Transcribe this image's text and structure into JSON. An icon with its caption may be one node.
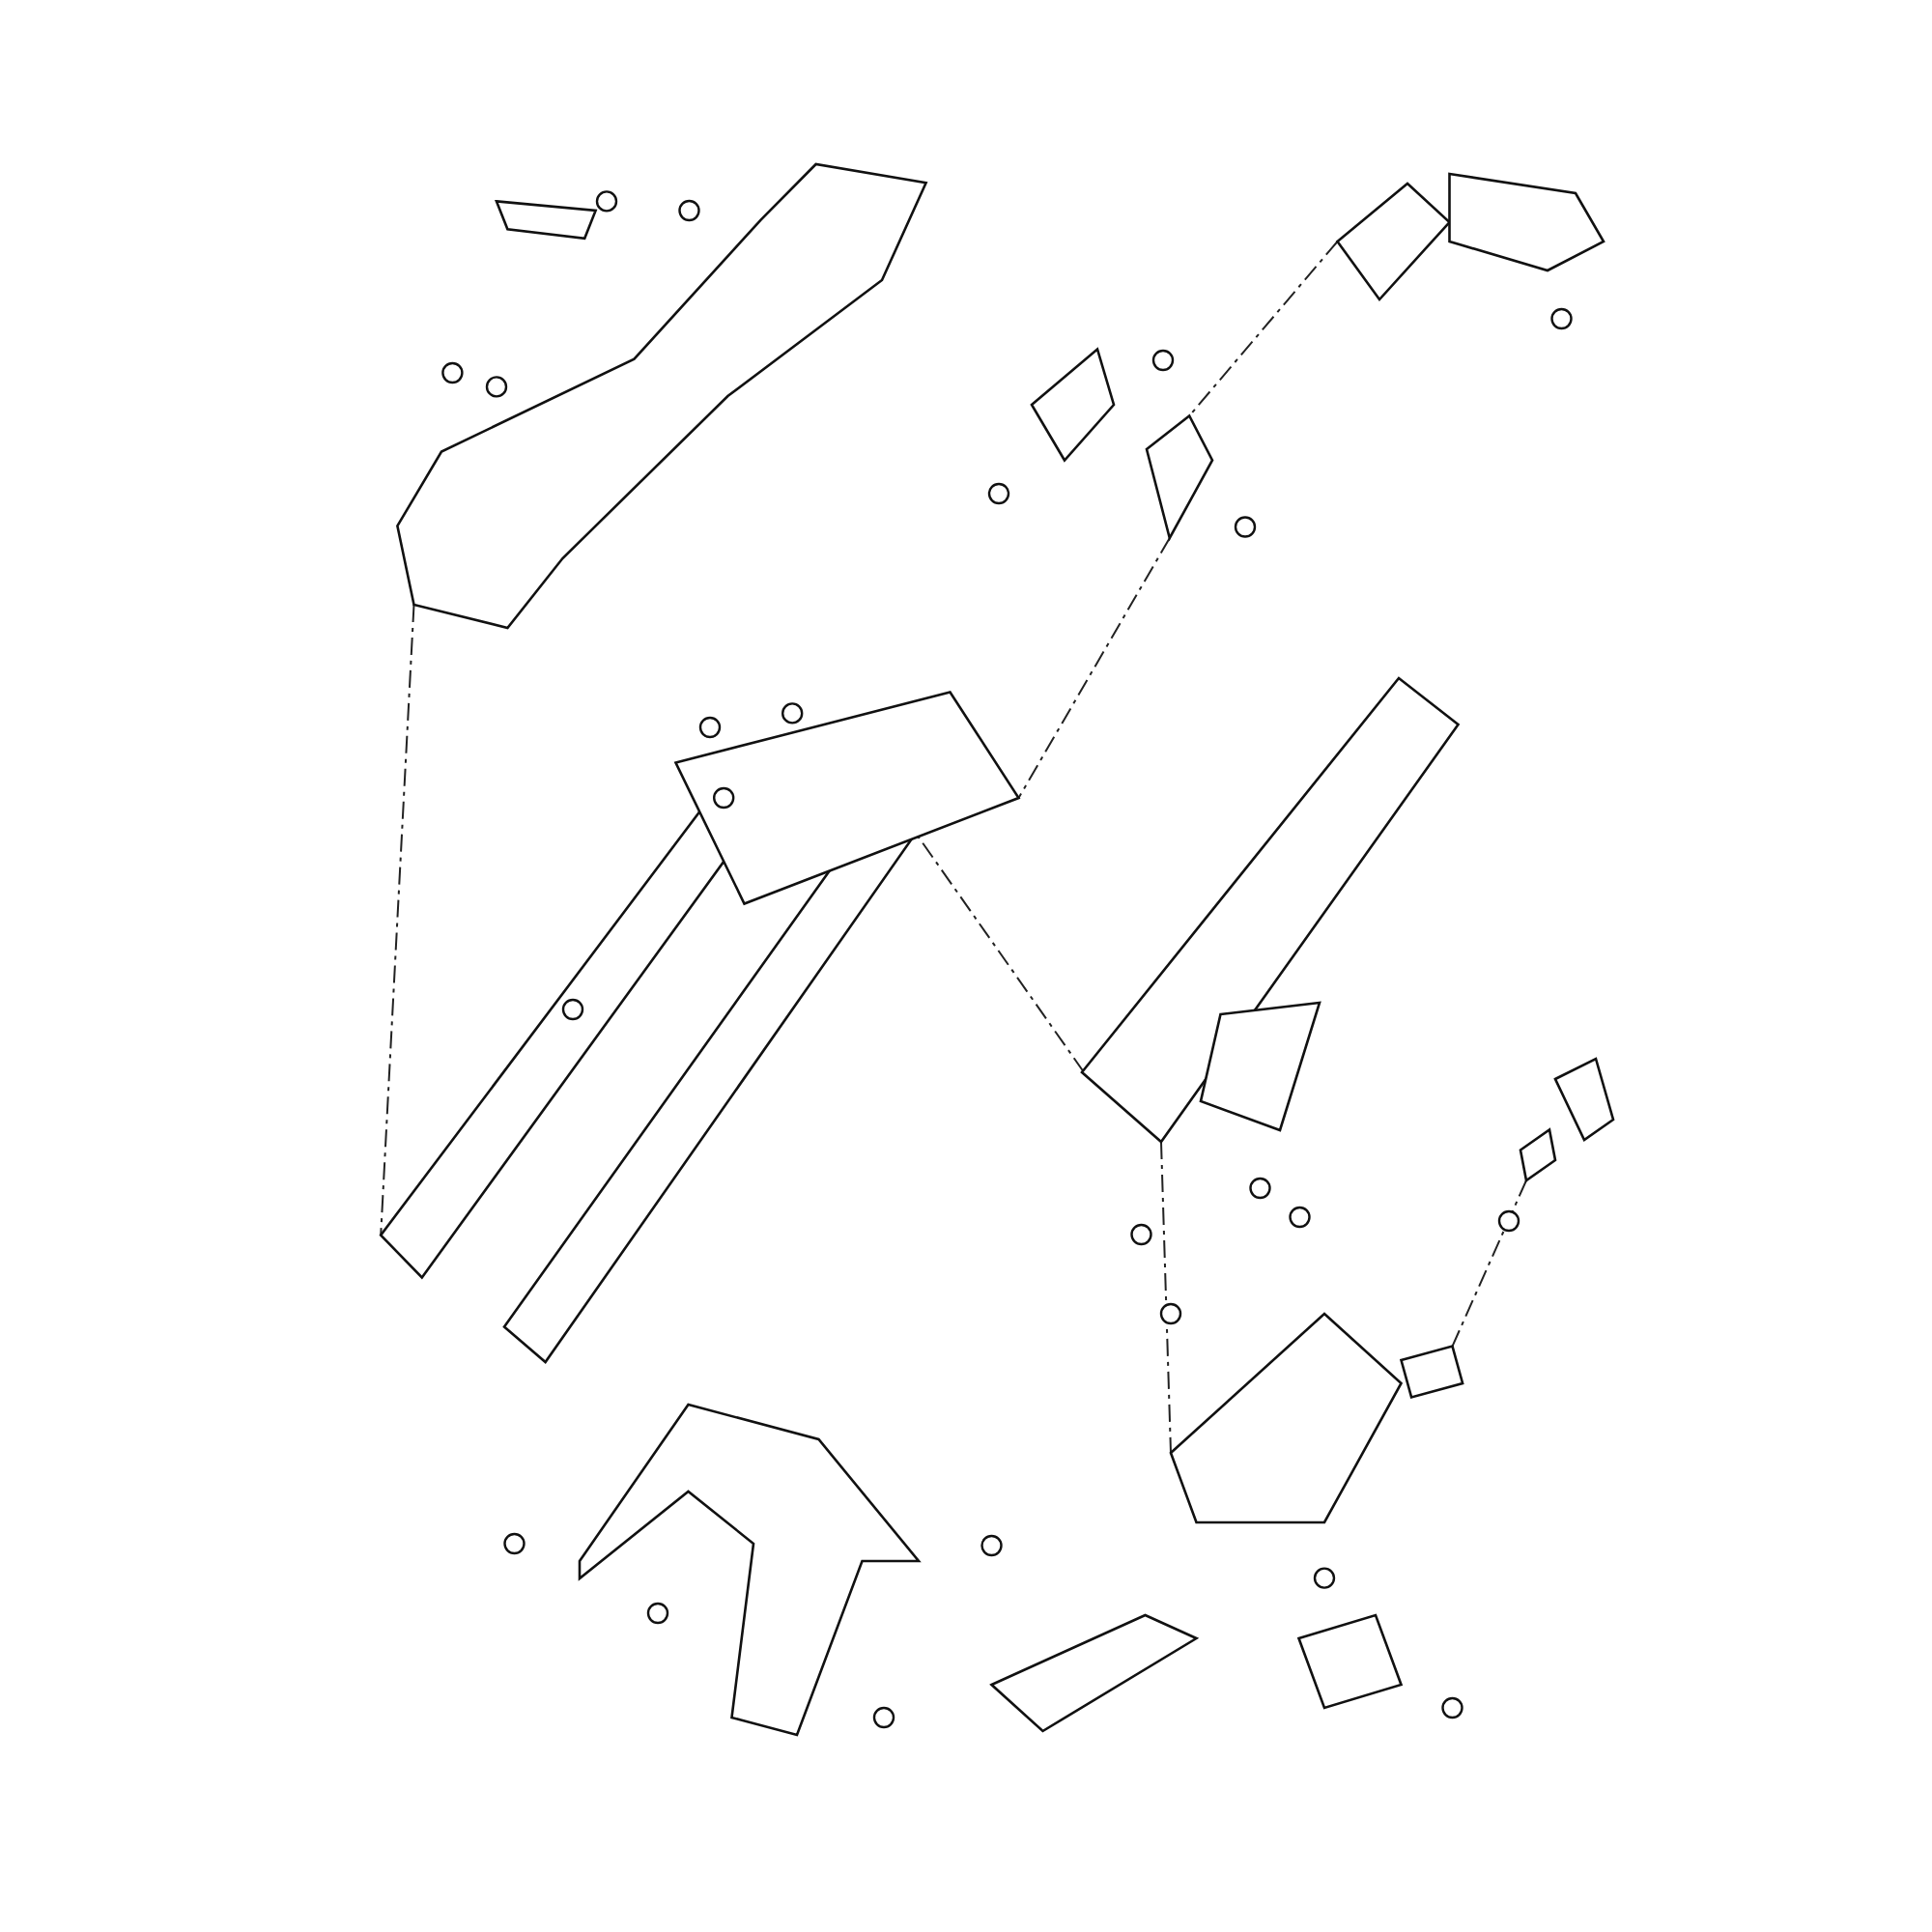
{
  "diagram": {
    "nodes": [
      {
        "text": [],
        "shape": "picture"
      },
      {
        "text": [],
        "shape": "picture"
      },
      {
        "text": [],
        "shape": "picture"
      },
      {
        "text": [],
        "shape": "picture"
      },
      {
        "text": [],
        "shape": "picture"
      },
      {
        "text": [],
        "shape": "picture"
      },
      {
        "text": [],
        "shape": "picture"
      },
      {
        "text": [],
        "shape": "picture"
      }
    ],
    "edges": [
      {
        "from": 0,
        "to": 3,
        "arrow": "none",
        "style": "dashed"
      },
      {
        "from": 1,
        "to": 3,
        "arrow": "none",
        "style": "dashed"
      },
      {
        "from": 2,
        "to": 1,
        "arrow": "none",
        "style": "dashed"
      },
      {
        "from": 4,
        "to": 3,
        "arrow": "none",
        "style": "dashed"
      },
      {
        "from": 7,
        "to": 6,
        "arrow": "none",
        "style": "dashed"
      },
      {
        "from": 4,
        "to": 6,
        "arrow": "none",
        "style": "dashed"
      }
    ]
  }
}
